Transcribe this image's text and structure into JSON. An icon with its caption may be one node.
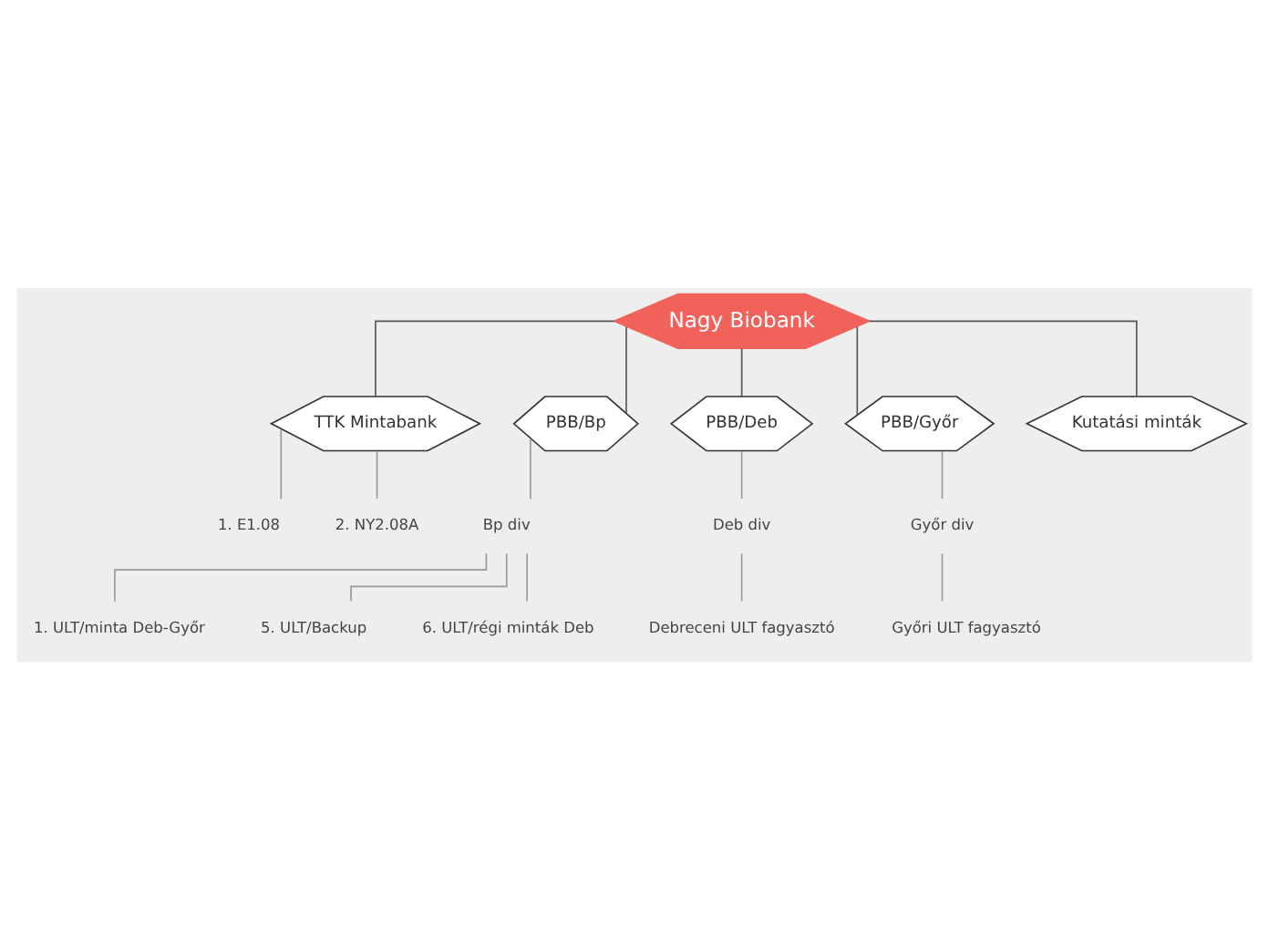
{
  "diagram": {
    "nodes": [
      {
        "text": [
          "Nagy Biobank"
        ]
      },
      {
        "text": [
          "TTK Mintabank"
        ]
      },
      {
        "text": [
          "PBB/Bp"
        ]
      },
      {
        "text": [
          "PBB/Deb"
        ]
      },
      {
        "text": [
          "PBB/Győr"
        ]
      },
      {
        "text": [
          "Kutatási minták"
        ]
      },
      {
        "text": [
          "1. E1.08"
        ]
      },
      {
        "text": [
          "2. NY2.08A"
        ]
      },
      {
        "text": [
          "Bp div"
        ]
      },
      {
        "text": [
          "Deb div"
        ]
      },
      {
        "text": [
          "Győr div"
        ]
      },
      {
        "text": [
          "1. ULT/minta Deb-Győr"
        ]
      },
      {
        "text": [
          "5. ULT/Backup"
        ]
      },
      {
        "text": [
          "6. ULT/régi minták Deb"
        ]
      },
      {
        "text": [
          "Debreceni ULT fagyasztó"
        ]
      },
      {
        "text": [
          "Győri ULT fagyasztó"
        ]
      }
    ],
    "edges": [
      {
        "from": 0,
        "to": 1,
        "arrow": "none",
        "color": "#555555"
      },
      {
        "from": 0,
        "to": 2,
        "arrow": "none",
        "color": "#555555"
      },
      {
        "from": 0,
        "to": 3,
        "arrow": "none",
        "color": "#555555"
      },
      {
        "from": 0,
        "to": 4,
        "arrow": "none",
        "color": "#555555"
      },
      {
        "from": 0,
        "to": 5,
        "arrow": "none",
        "color": "#555555"
      },
      {
        "from": 1,
        "to": 6,
        "arrow": "none"
      },
      {
        "from": 1,
        "to": 7,
        "arrow": "none"
      },
      {
        "from": 2,
        "to": 8,
        "arrow": "none"
      },
      {
        "from": 3,
        "to": 9,
        "arrow": "none"
      },
      {
        "from": 4,
        "to": 10,
        "arrow": "none"
      },
      {
        "from": 8,
        "to": 11,
        "arrow": "none"
      },
      {
        "from": 8,
        "to": 12,
        "arrow": "none"
      },
      {
        "from": 8,
        "to": 13,
        "arrow": "none"
      },
      {
        "from": 9,
        "to": 14,
        "arrow": "none"
      },
      {
        "from": 10,
        "to": 15,
        "arrow": "none"
      }
    ]
  }
}
